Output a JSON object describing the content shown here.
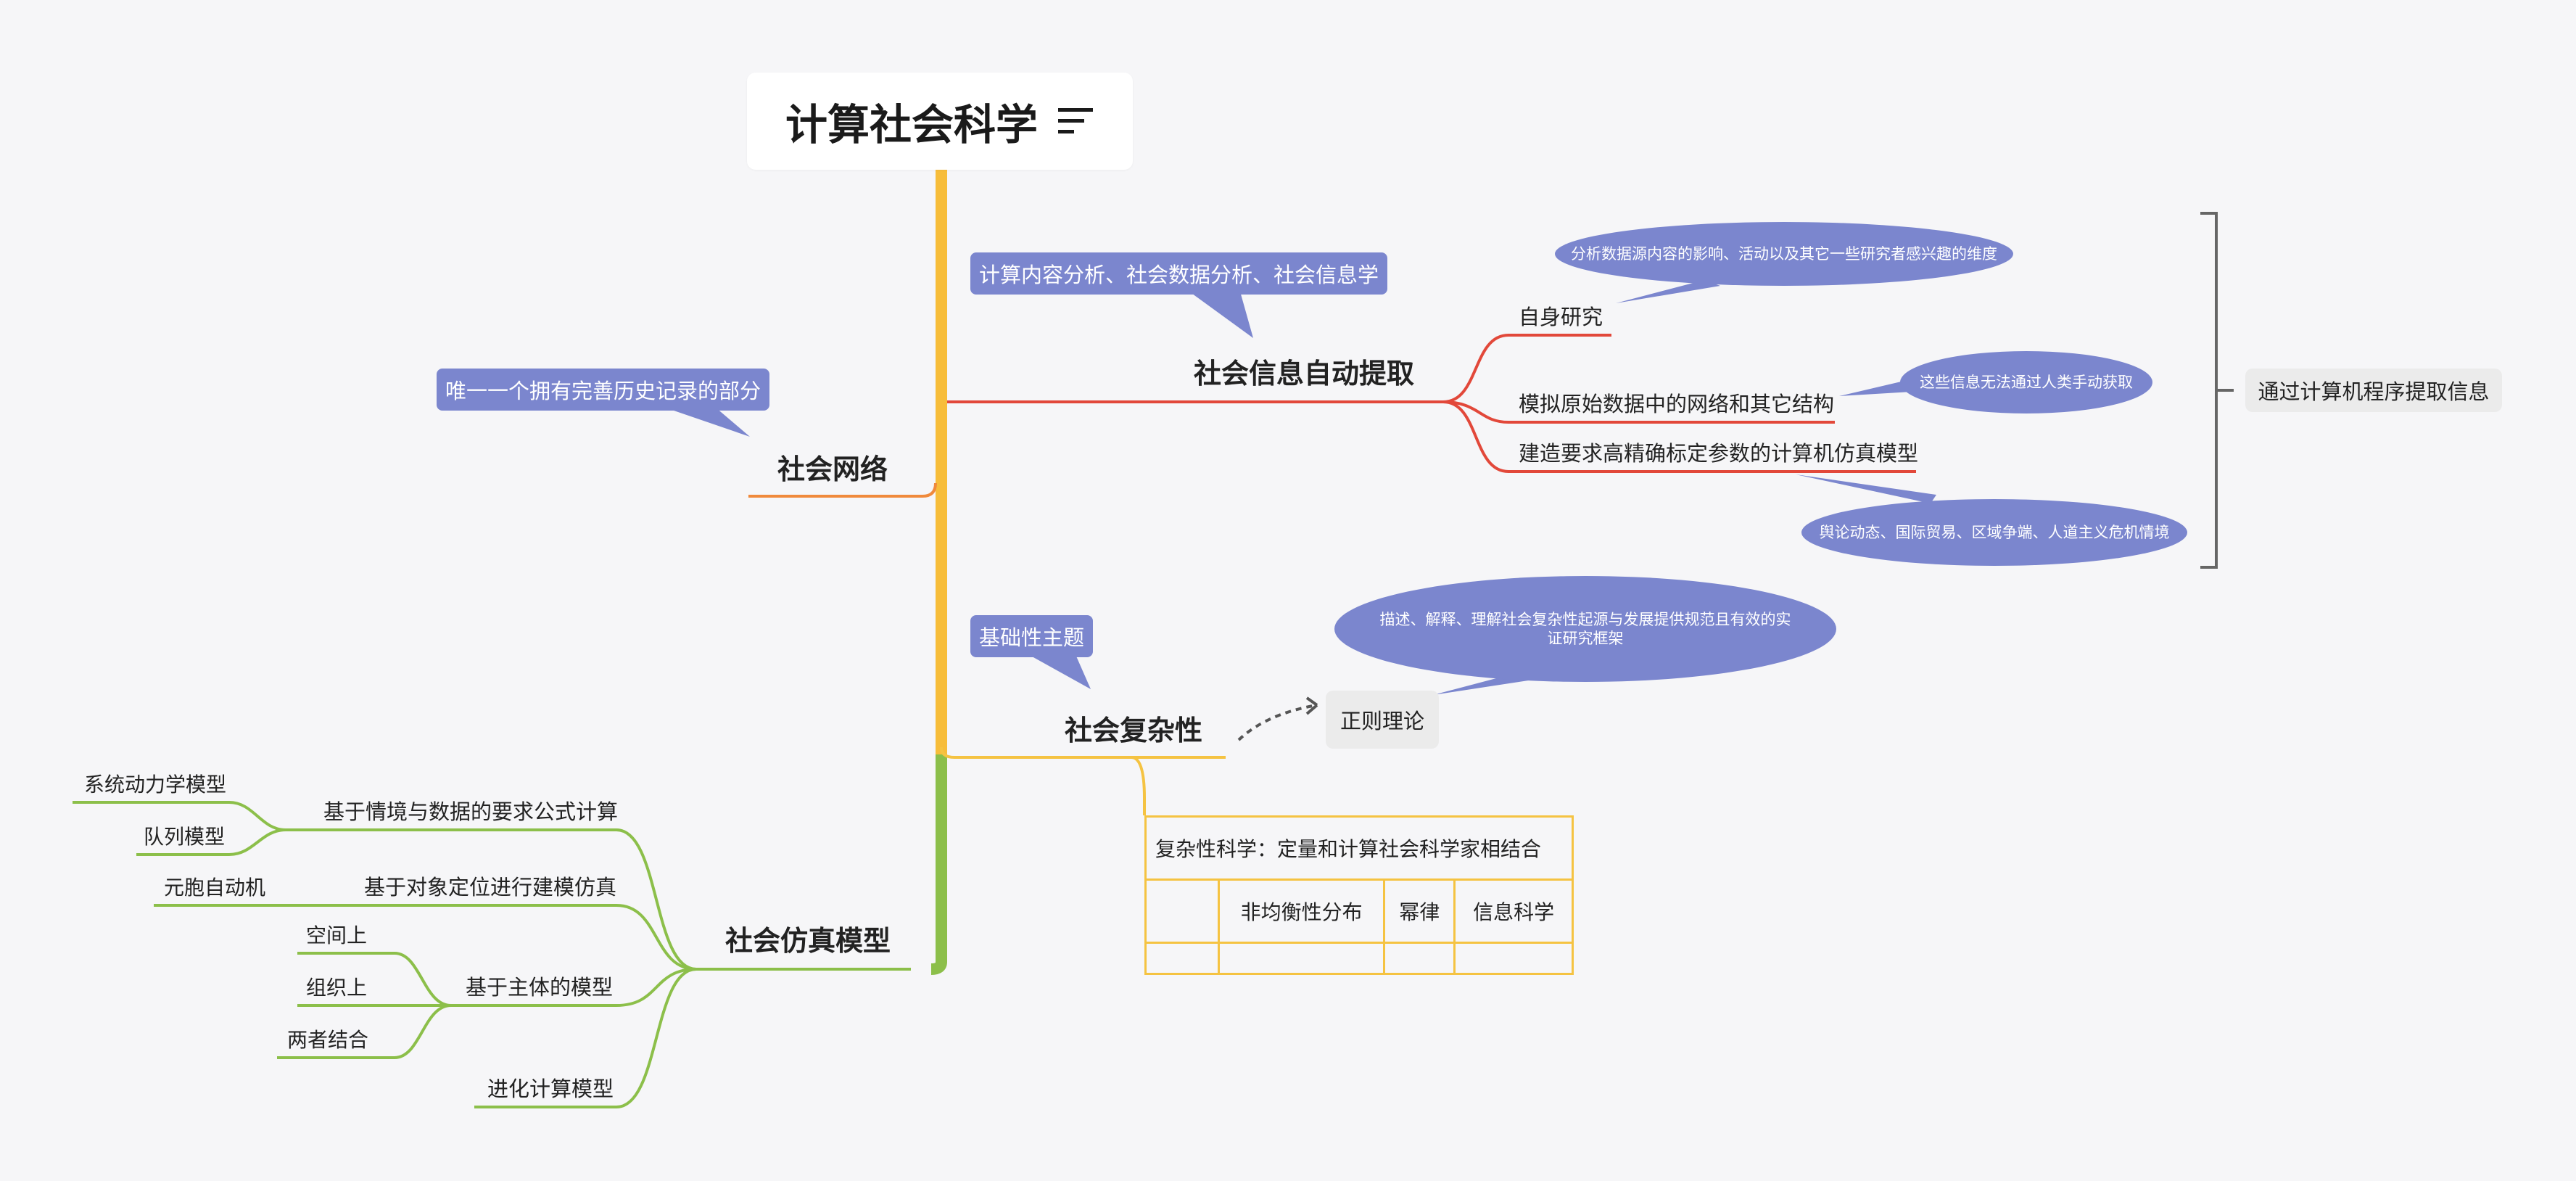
{
  "root": {
    "title": "计算社会科学",
    "icon": "notes-icon"
  },
  "topics": {
    "info_extraction": {
      "title": "社会信息自动提取",
      "label": "计算内容分析、社会数据分析、社会信息学",
      "children": [
        {
          "title": "自身研究",
          "callout": "分析数据源内容的影响、活动以及其它一些研究者感兴趣的维度"
        },
        {
          "title": "模拟原始数据中的网络和其它结构",
          "callout": "这些信息无法通过人类手动获取"
        },
        {
          "title": "建造要求高精确标定参数的计算机仿真模型",
          "callout": "舆论动态、国际贸易、区域争端、人道主义危机情境"
        }
      ],
      "summary": "通过计算机程序提取信息"
    },
    "social_network": {
      "title": "社会网络",
      "label": "唯一一个拥有完善历史记录的部分"
    },
    "social_complexity": {
      "title": "社会复杂性",
      "label": "基础性主题",
      "relationship_target": "正则理论",
      "relationship_callout": "描述、解释、理解社会复杂性起源与发展提供规范且有效的实证研究框架",
      "matrix": {
        "title": "复杂性科学：定量和计算社会科学家相结合",
        "columns": [
          "非均衡性分布",
          "幂律",
          "信息科学"
        ]
      }
    },
    "simulation": {
      "title": "社会仿真模型",
      "children": [
        {
          "title": "基于情境与数据的要求公式计算",
          "children": [
            "系统动力学模型",
            "队列模型"
          ]
        },
        {
          "title": "基于对象定位进行建模仿真",
          "children": [
            "元胞自动机"
          ]
        },
        {
          "title": "基于主体的模型",
          "children": [
            "空间上",
            "组织上",
            "两者结合"
          ]
        },
        {
          "title": "进化计算模型",
          "children": []
        }
      ]
    }
  },
  "colors": {
    "trunk_top": "#f7bd3a",
    "trunk_bottom": "#8cbf4a",
    "info_branch": "#e2483a",
    "network_branch": "#f08a3c",
    "complexity_branch": "#f5c342",
    "simulation_branch": "#8cbf4a",
    "callout": "#7b86ce",
    "summary_bracket": "#666666",
    "relationship": "#555555"
  }
}
